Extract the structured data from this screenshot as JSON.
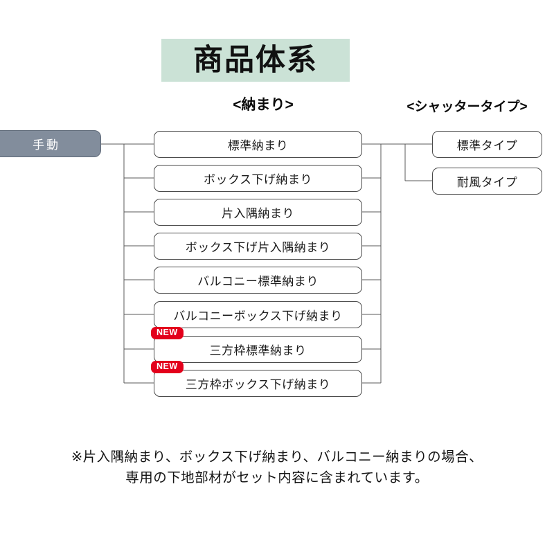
{
  "title": {
    "text": "商品体系",
    "banner_color": "#cbe2d6"
  },
  "columns": {
    "osamari_header": "<納まり>",
    "shutter_header": "<シャッタータイプ>"
  },
  "root": {
    "label": "手動",
    "fill_color": "#828d9c",
    "text_color": "#ffffff"
  },
  "osamari_nodes": [
    {
      "label": "標準納まり",
      "new": false
    },
    {
      "label": "ボックス下げ納まり",
      "new": false
    },
    {
      "label": "片入隅納まり",
      "new": false
    },
    {
      "label": "ボックス下げ片入隅納まり",
      "new": false
    },
    {
      "label": "バルコニー標準納まり",
      "new": false
    },
    {
      "label": "バルコニーボックス下げ納まり",
      "new": false
    },
    {
      "label": "三方枠標準納まり",
      "new": true
    },
    {
      "label": "三方枠ボックス下げ納まり",
      "new": true
    }
  ],
  "shutter_nodes": [
    {
      "label": "標準タイプ"
    },
    {
      "label": "耐風タイプ"
    }
  ],
  "badge": {
    "label": "NEW",
    "color": "#e3001b"
  },
  "footnote": {
    "line1": "※片入隅納まり、ボックス下げ納まり、バルコニー納まりの場合、",
    "line2": "専用の下地部材がセット内容に含まれています。"
  }
}
